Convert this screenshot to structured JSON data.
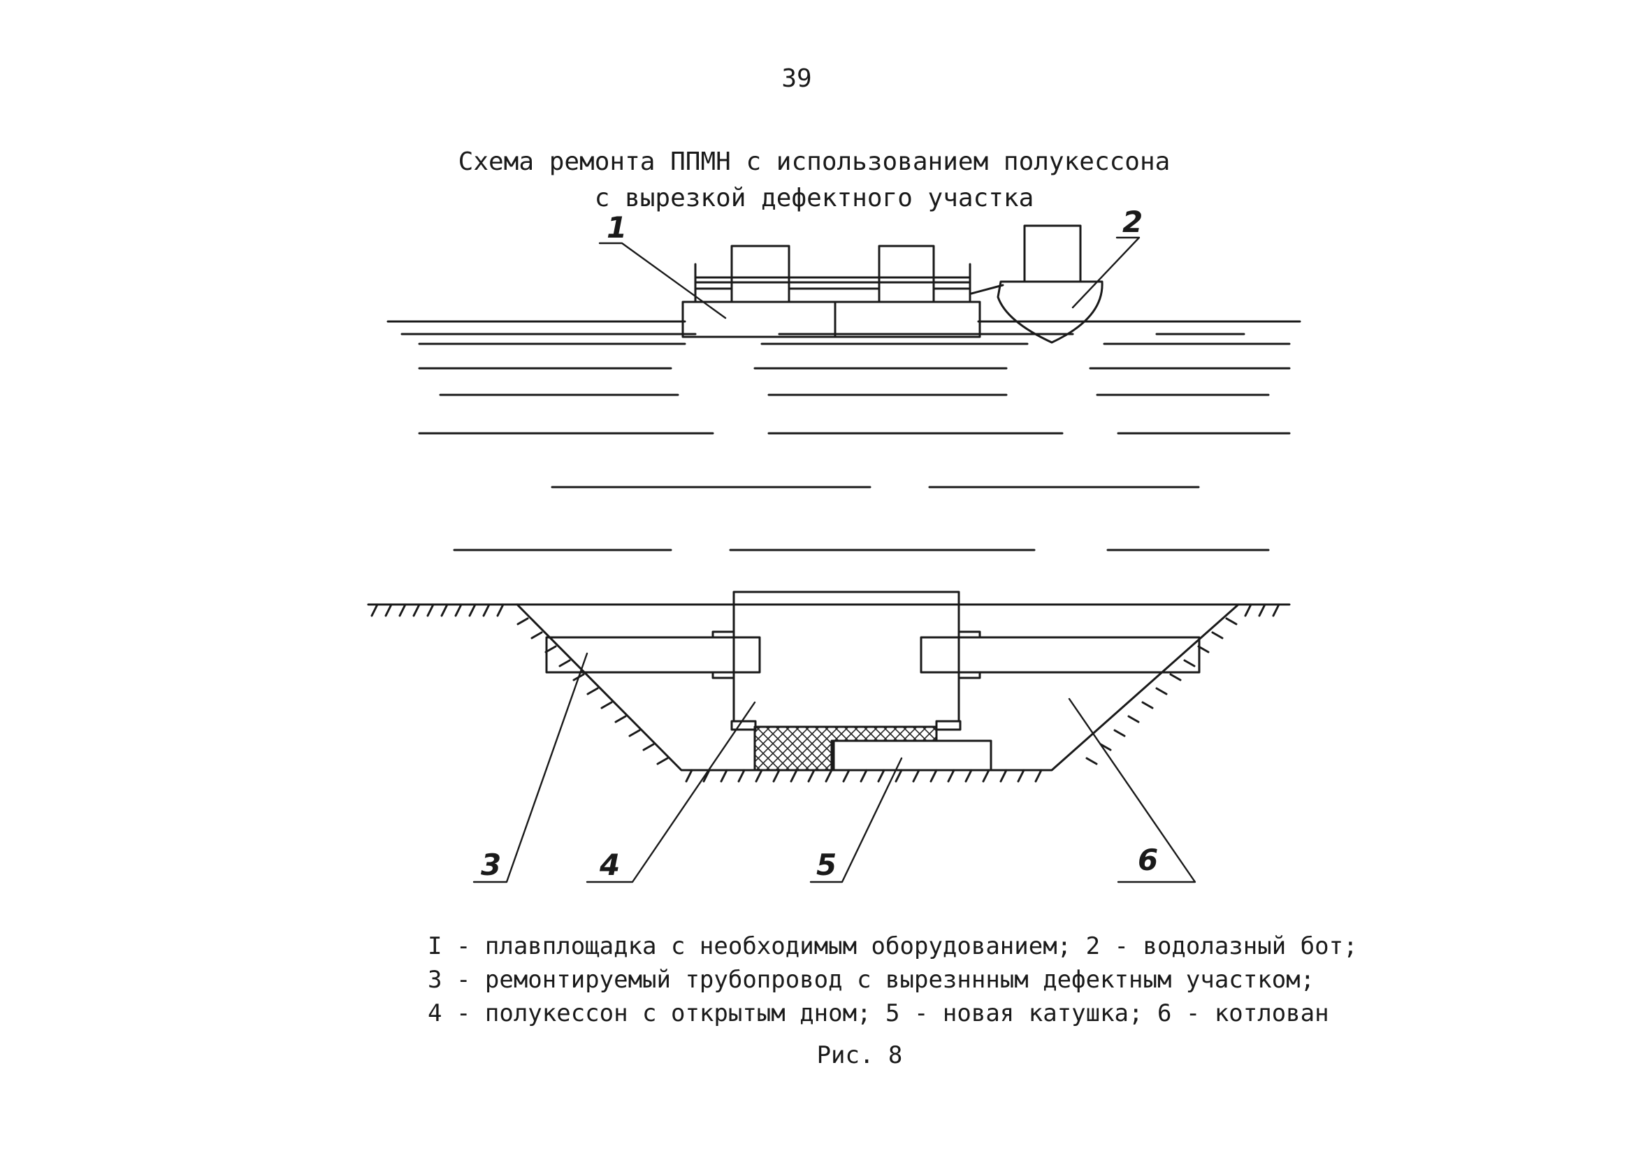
{
  "page_number": "39",
  "title": {
    "line1": "Схема ремонта ППМН с использованием полукессона",
    "line2": "с вырезкой дефектного участка"
  },
  "callouts": {
    "c1": "1",
    "c2": "2",
    "c3": "3",
    "c4": "4",
    "c5": "5",
    "c6": "6"
  },
  "legend": {
    "line1": "I - плавплощадка с необходимым оборудованием; 2 - водолазный бот;",
    "line2": "3 - ремонтируемый трубопровод с вырезннным дефектным участком;",
    "line3": "4 - полукессон с открытым дном; 5 - новая катушка; 6 - котлован"
  },
  "figure_caption": "Рис. 8"
}
